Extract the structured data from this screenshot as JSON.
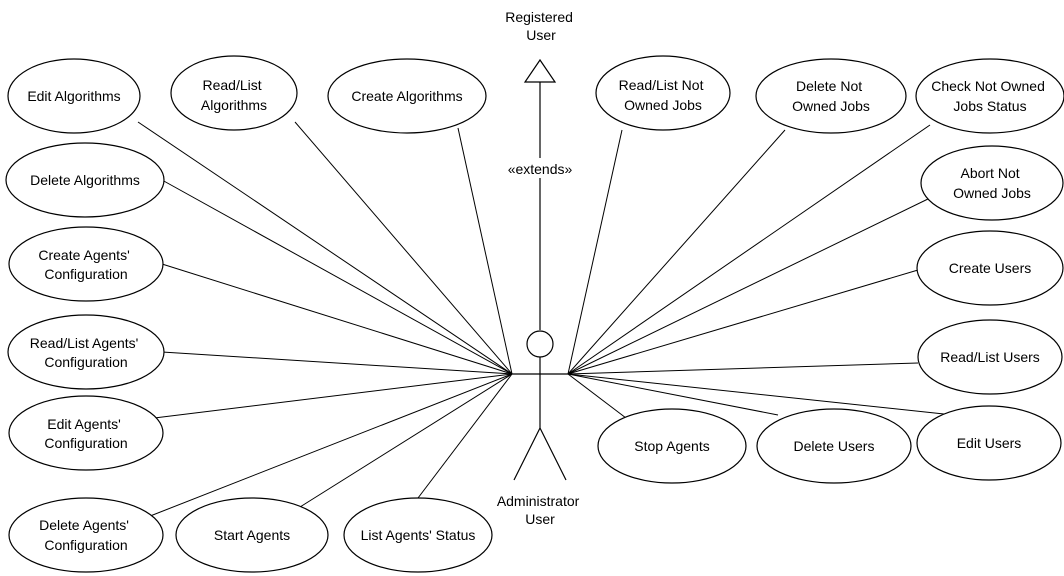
{
  "actors": {
    "registered_user": {
      "lines": [
        "Registered",
        "User"
      ]
    },
    "administrator_user": {
      "lines": [
        "Administrator",
        "User"
      ]
    }
  },
  "relationship": {
    "label": "«extends»"
  },
  "use_cases": {
    "edit_algorithms": {
      "lines": [
        "Edit Algorithms"
      ]
    },
    "read_list_algorithms": {
      "lines": [
        "Read/List",
        "Algorithms"
      ]
    },
    "create_algorithms": {
      "lines": [
        "Create Algorithms"
      ]
    },
    "delete_algorithms": {
      "lines": [
        "Delete Algorithms"
      ]
    },
    "create_agents_configuration": {
      "lines": [
        "Create Agents'",
        "Configuration"
      ]
    },
    "read_list_agents_configuration": {
      "lines": [
        "Read/List Agents'",
        "Configuration"
      ]
    },
    "edit_agents_configuration": {
      "lines": [
        "Edit Agents'",
        "Configuration"
      ]
    },
    "delete_agents_configuration": {
      "lines": [
        "Delete Agents'",
        "Configuration"
      ]
    },
    "start_agents": {
      "lines": [
        "Start Agents"
      ]
    },
    "list_agents_status": {
      "lines": [
        "List Agents' Status"
      ]
    },
    "read_list_not_owned_jobs": {
      "lines": [
        "Read/List Not",
        "Owned Jobs"
      ]
    },
    "delete_not_owned_jobs": {
      "lines": [
        "Delete Not",
        "Owned Jobs"
      ]
    },
    "check_not_owned_jobs_status": {
      "lines": [
        "Check Not Owned",
        "Jobs Status"
      ]
    },
    "abort_not_owned_jobs": {
      "lines": [
        "Abort Not",
        "Owned Jobs"
      ]
    },
    "create_users": {
      "lines": [
        "Create Users"
      ]
    },
    "read_list_users": {
      "lines": [
        "Read/List Users"
      ]
    },
    "stop_agents": {
      "lines": [
        "Stop Agents"
      ]
    },
    "delete_users": {
      "lines": [
        "Delete Users"
      ]
    },
    "edit_users": {
      "lines": [
        "Edit Users"
      ]
    }
  }
}
